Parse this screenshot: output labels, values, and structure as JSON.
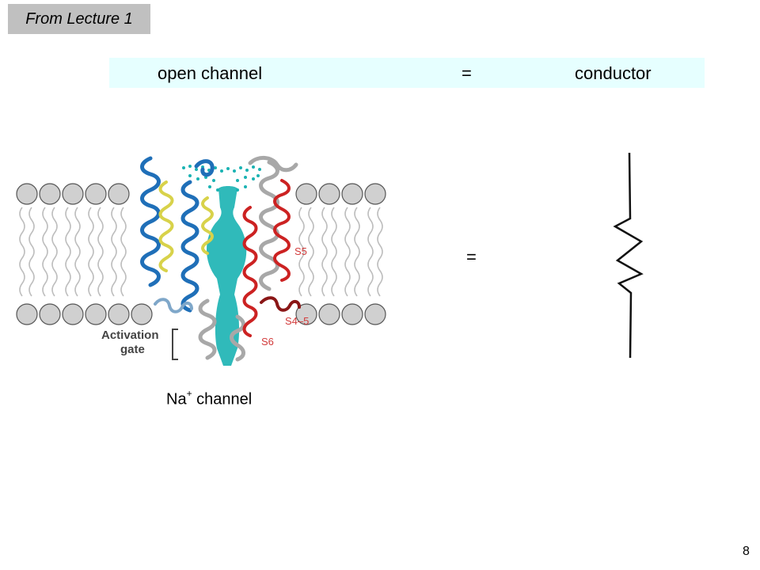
{
  "slide": {
    "tag": "From Lecture 1",
    "banner": {
      "left": "open channel",
      "equals": "=",
      "right": "conductor"
    },
    "figure": {
      "label_s5": "S5",
      "label_s4_5": "S4–5",
      "label_s6": "S6",
      "gate_line1": "Activation",
      "gate_line2": "gate"
    },
    "caption": {
      "prefix": "Na",
      "sup": "+",
      "suffix": " channel"
    },
    "equals_mid": "=",
    "page_number": "8"
  },
  "colors": {
    "tag_bg": "#c0c0c0",
    "banner_bg": "#e6ffff",
    "pore": "#1ab3b3",
    "helix_blue": "#1f6fb8",
    "helix_red": "#cc2222",
    "helix_yellow": "#d8d24a",
    "helix_gray": "#a8a8a8",
    "lipid_head": "#d0d0d0"
  }
}
